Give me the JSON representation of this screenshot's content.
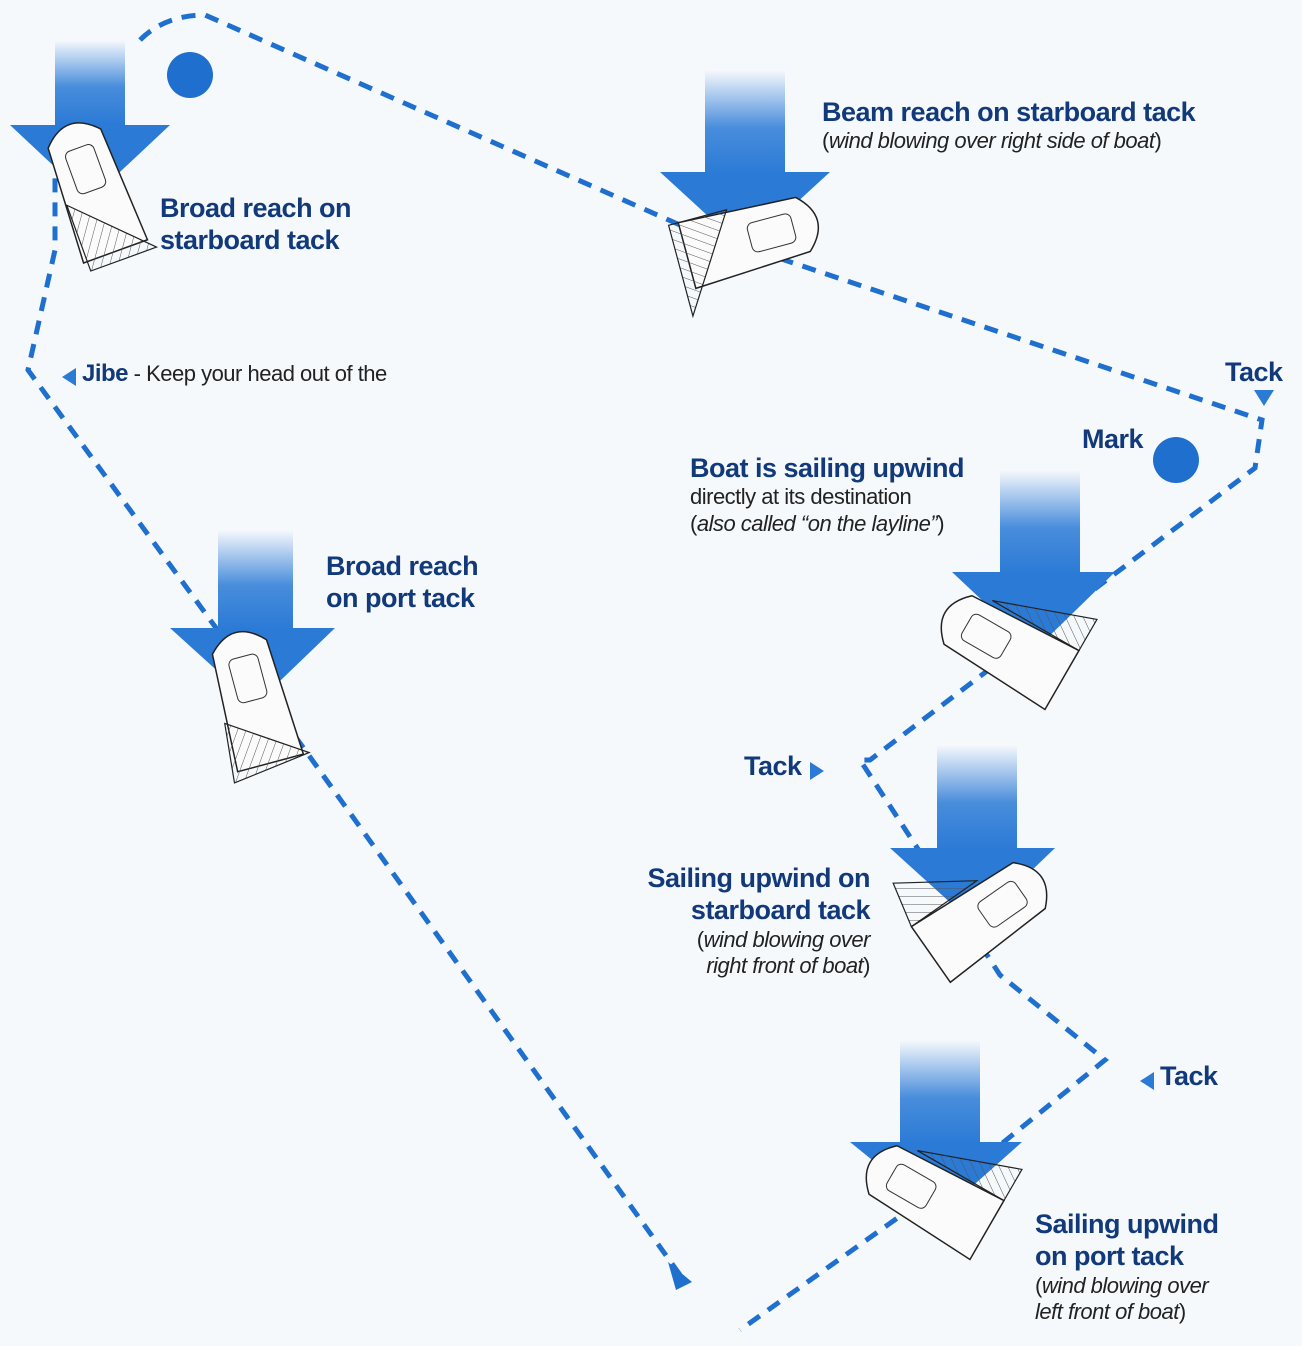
{
  "colors": {
    "course": "#1f6fcf",
    "wind_arrow": "#2a7ad6",
    "mark": "#1f6fcf",
    "label": "#123a7a"
  },
  "labels": {
    "broad_reach_starboard": [
      "Broad reach on",
      "starboard tack"
    ],
    "beam_reach_starboard": {
      "title": "Beam reach on starboard tack",
      "sub_open": "(",
      "sub_italic": "wind blowing over right side of boat",
      "sub_close": ")"
    },
    "jibe": {
      "title": "Jibe",
      "text": " - Keep your head out of the"
    },
    "tack_top_right": "Tack",
    "mark": "Mark",
    "upwind_layline": {
      "title": "Boat is sailing upwind",
      "line2": "directly at its destination",
      "sub_open": "(",
      "sub_italic": "also called “on the layline”",
      "sub_close": ")"
    },
    "broad_reach_port": [
      "Broad reach",
      "on port tack"
    ],
    "tack_middle": "Tack",
    "upwind_starboard": {
      "title": [
        "Sailing upwind on",
        "starboard tack"
      ],
      "sub_open": "(",
      "sub_italic_1": "wind blowing over",
      "sub_italic_2": "right front of boat",
      "sub_close": ")"
    },
    "tack_lower_right": "Tack",
    "upwind_port": {
      "title": [
        "Sailing upwind",
        "on port tack"
      ],
      "sub_open": "(",
      "sub_italic_1": "wind blowing over",
      "sub_italic_2": "left front of boat",
      "sub_close": ")"
    }
  },
  "icons": {
    "wind_arrow": "wind-arrow-icon",
    "boat": "sailboat-icon",
    "mark": "mark-buoy-icon",
    "direction": "direction-triangle-icon"
  }
}
